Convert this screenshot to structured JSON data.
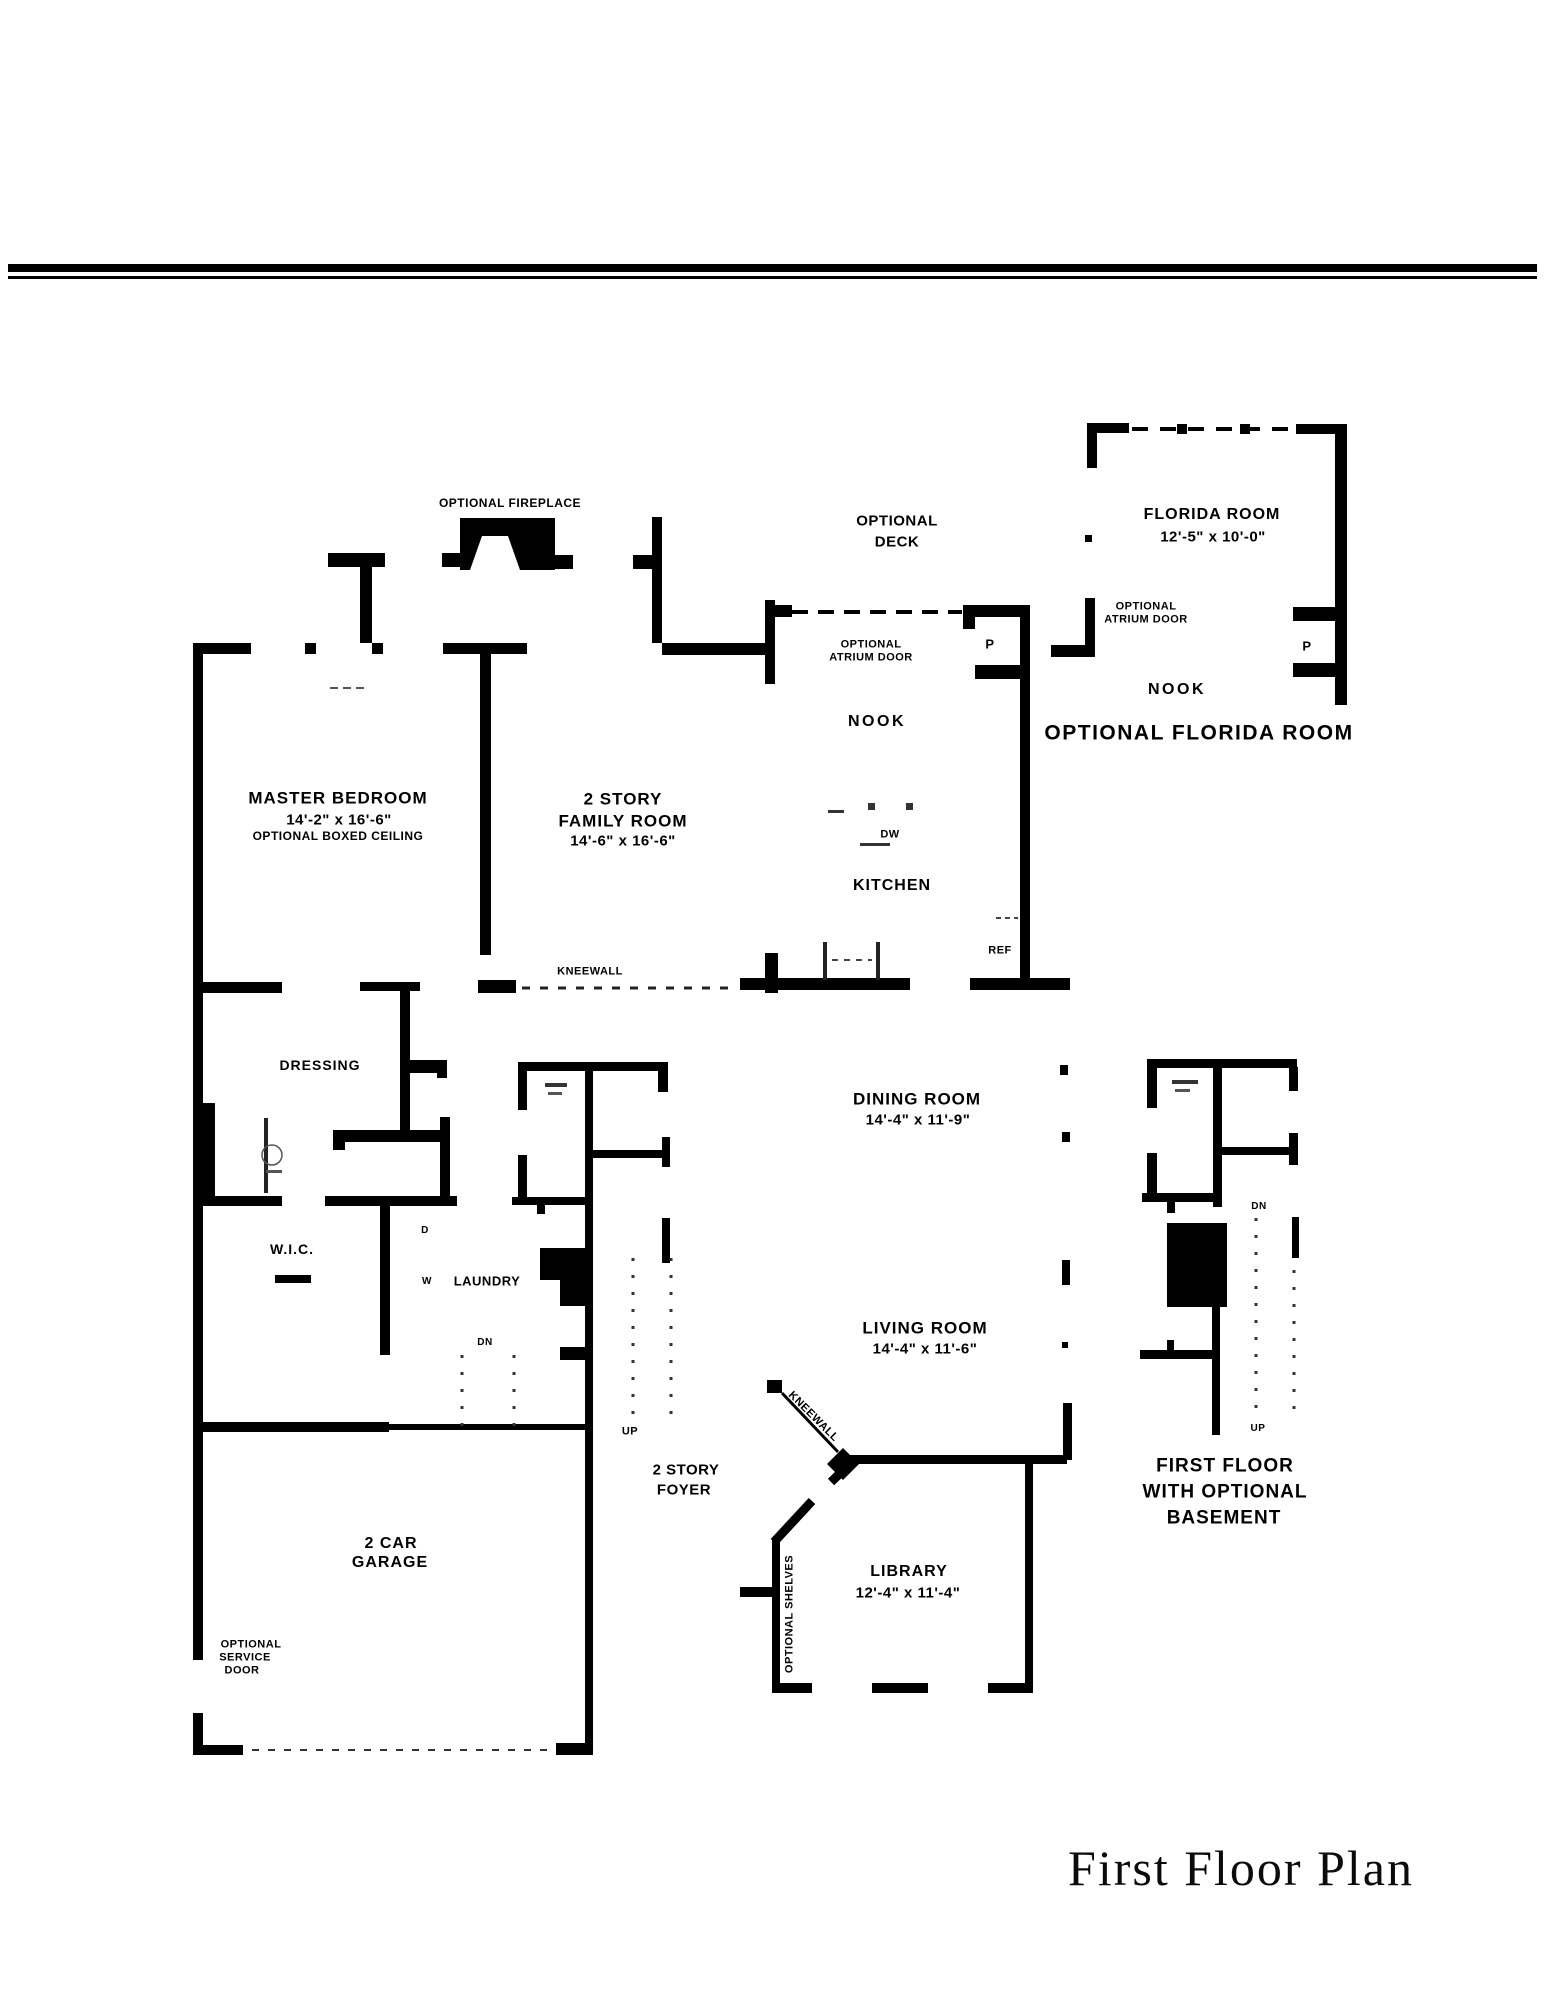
{
  "title": "First Floor Plan",
  "labels": {
    "optional_fireplace": "OPTIONAL FIREPLACE",
    "optional_deck_1": "OPTIONAL",
    "optional_deck_2": "DECK",
    "florida_room_name": "FLORIDA ROOM",
    "florida_room_dims": "12'-5\" x 10'-0\"",
    "florida_atrium_1": "OPTIONAL",
    "florida_atrium_2": "ATRIUM DOOR",
    "florida_pantry": "P",
    "florida_nook": "NOOK",
    "optional_florida_room": "OPTIONAL FLORIDA ROOM",
    "main_atrium_1": "OPTIONAL",
    "main_atrium_2": "ATRIUM DOOR",
    "main_pantry": "P",
    "main_nook": "NOOK",
    "master_bedroom_name": "MASTER BEDROOM",
    "master_bedroom_dims": "14'-2\" x 16'-6\"",
    "master_bedroom_note": "OPTIONAL BOXED CEILING",
    "family_room_1": "2 STORY",
    "family_room_2": "FAMILY ROOM",
    "family_room_dims": "14'-6\" x 16'-6\"",
    "kneewall_family": "KNEEWALL",
    "dishwasher": "DW",
    "kitchen": "KITCHEN",
    "refrigerator": "REF",
    "dressing": "DRESSING",
    "dining_room_name": "DINING ROOM",
    "dining_room_dims": "14'-4\" x 11'-9\"",
    "wic": "W.I.C.",
    "dryer": "D",
    "washer": "W",
    "laundry": "LAUNDRY",
    "dn_main": "DN",
    "up_main": "UP",
    "foyer_1": "2 STORY",
    "foyer_2": "FOYER",
    "living_room_name": "LIVING ROOM",
    "living_room_dims": "14'-4\" x 11'-6\"",
    "kneewall_living": "KNEEWALL",
    "library_name": "LIBRARY",
    "library_dims": "12'-4\" x 11'-4\"",
    "optional_shelves": "OPTIONAL SHELVES",
    "garage_1": "2 CAR",
    "garage_2": "GARAGE",
    "service_door_1": "OPTIONAL",
    "service_door_2": "SERVICE",
    "service_door_3": "DOOR",
    "basement_dn": "DN",
    "basement_up": "UP",
    "basement_caption_1": "FIRST FLOOR",
    "basement_caption_2": "WITH OPTIONAL",
    "basement_caption_3": "BASEMENT"
  }
}
